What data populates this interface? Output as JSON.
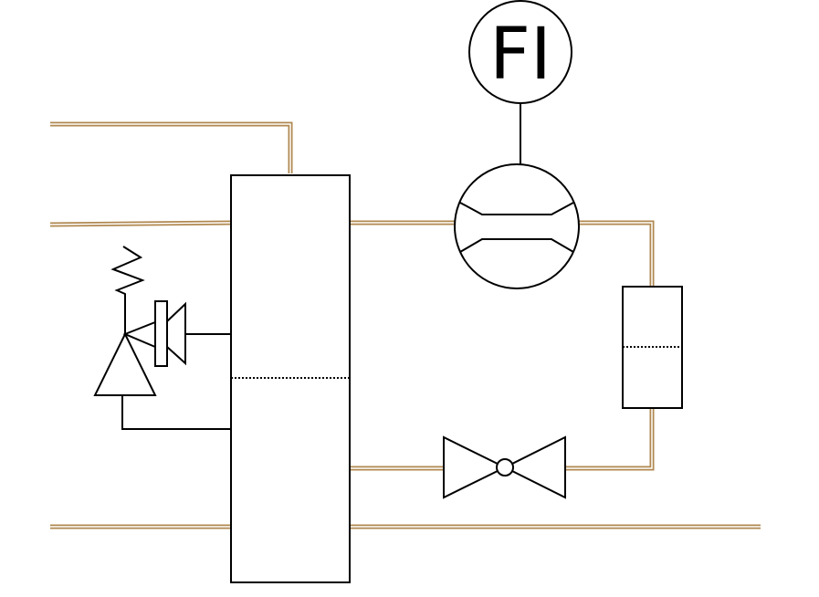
{
  "diagram": {
    "instrument_label": "FI",
    "colors": {
      "pipe_outer": "#b08850",
      "pipe_inner": "#ffffff",
      "stroke": "#000000",
      "background": "#ffffff"
    },
    "components": [
      {
        "type": "column-vessel"
      },
      {
        "type": "flow-element-orifice"
      },
      {
        "type": "flow-indicator-instrument"
      },
      {
        "type": "sight-glass"
      },
      {
        "type": "gate-valve"
      },
      {
        "type": "relief-valve-with-spring"
      }
    ]
  }
}
